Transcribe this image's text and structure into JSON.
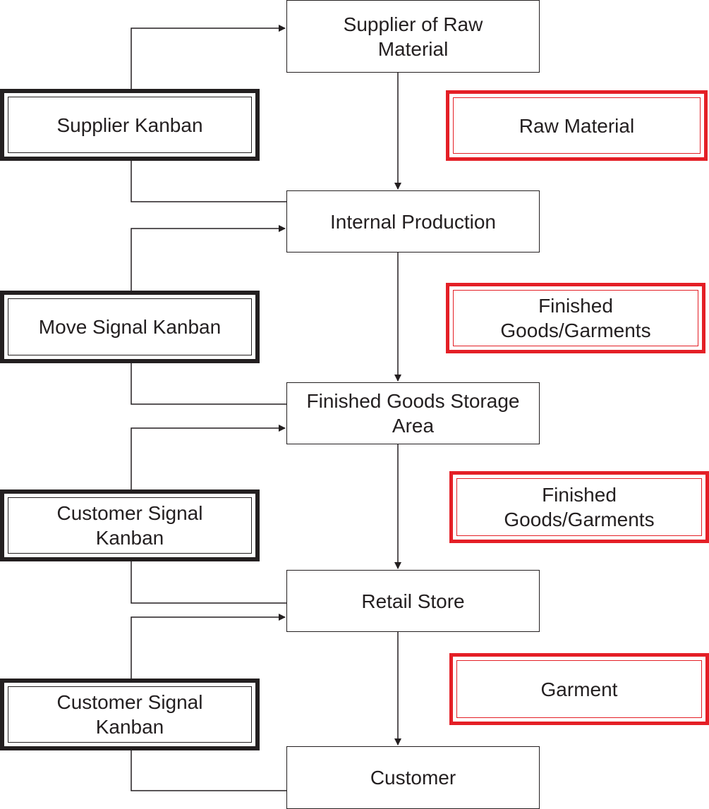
{
  "process_nodes": [
    {
      "label": "Supplier of Raw\nMaterial"
    },
    {
      "label": "Internal Production"
    },
    {
      "label": "Finished Goods Storage\nArea"
    },
    {
      "label": "Retail Store"
    },
    {
      "label": "Customer"
    }
  ],
  "kanban_cards": [
    {
      "label": "Supplier Kanban"
    },
    {
      "label": "Move Signal Kanban"
    },
    {
      "label": "Customer Signal\nKanban"
    },
    {
      "label": "Customer Signal\nKanban"
    }
  ],
  "material_flows": [
    {
      "label": "Raw Material"
    },
    {
      "label": "Finished\nGoods/Garments"
    },
    {
      "label": "Finished\nGoods/Garments"
    },
    {
      "label": "Garment"
    }
  ],
  "colors": {
    "line": "#231f20",
    "material_border": "#e41f26"
  }
}
